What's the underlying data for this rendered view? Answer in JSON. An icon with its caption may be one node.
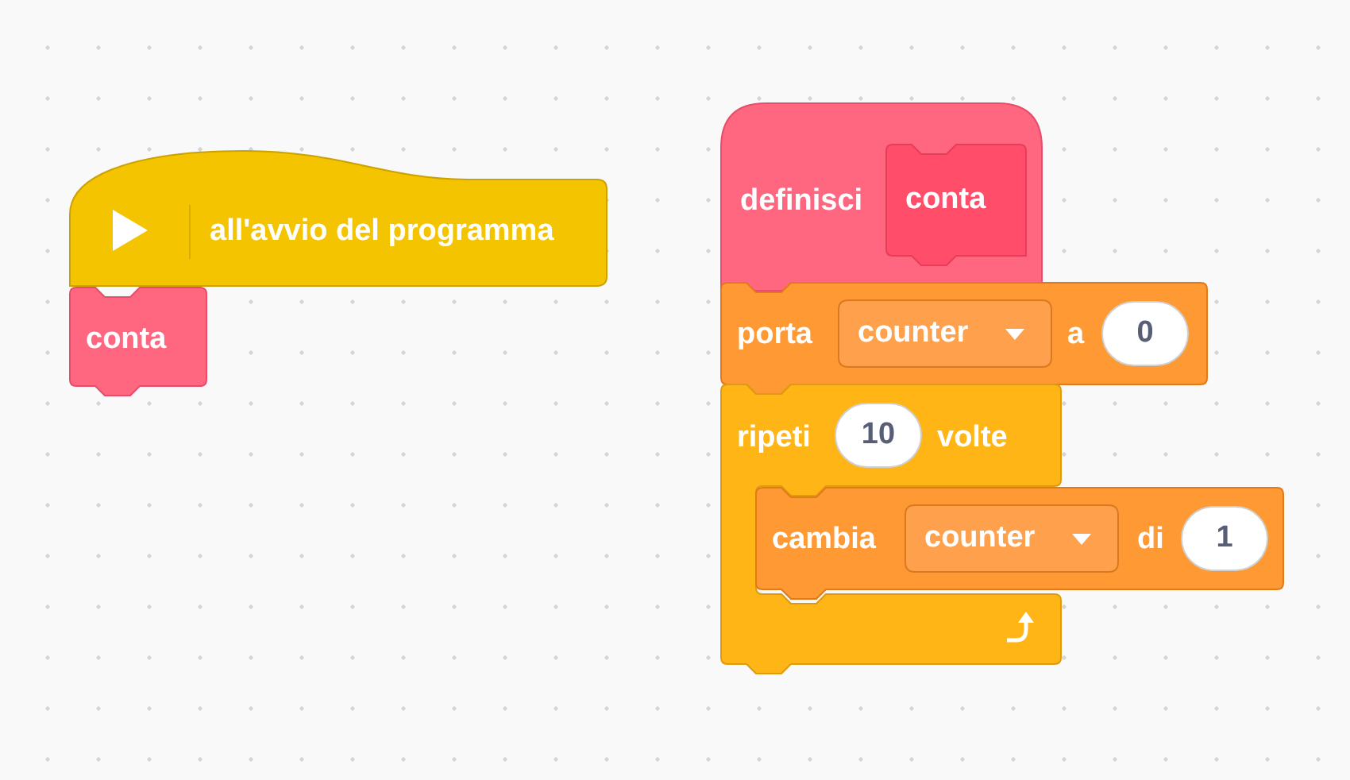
{
  "diagram": {
    "nodes": [
      {
        "text": [
          "all'avvio del programma"
        ]
      },
      {
        "text": [
          "conta"
        ]
      },
      {
        "text": [
          "definisci"
        ]
      },
      {
        "text": [
          "conta"
        ],
        "in": 2
      },
      {
        "text": [
          "porta",
          "a"
        ]
      },
      {
        "text": [
          "counter"
        ],
        "in": 4
      },
      {
        "text": [
          "0"
        ],
        "in": 4
      },
      {
        "text": [
          "ripeti",
          "volte"
        ]
      },
      {
        "text": [
          "10"
        ],
        "in": 7
      },
      {
        "text": [
          "cambia",
          "di"
        ]
      },
      {
        "text": [
          "counter"
        ],
        "in": 9
      },
      {
        "text": [
          "1"
        ],
        "in": 9
      }
    ]
  }
}
